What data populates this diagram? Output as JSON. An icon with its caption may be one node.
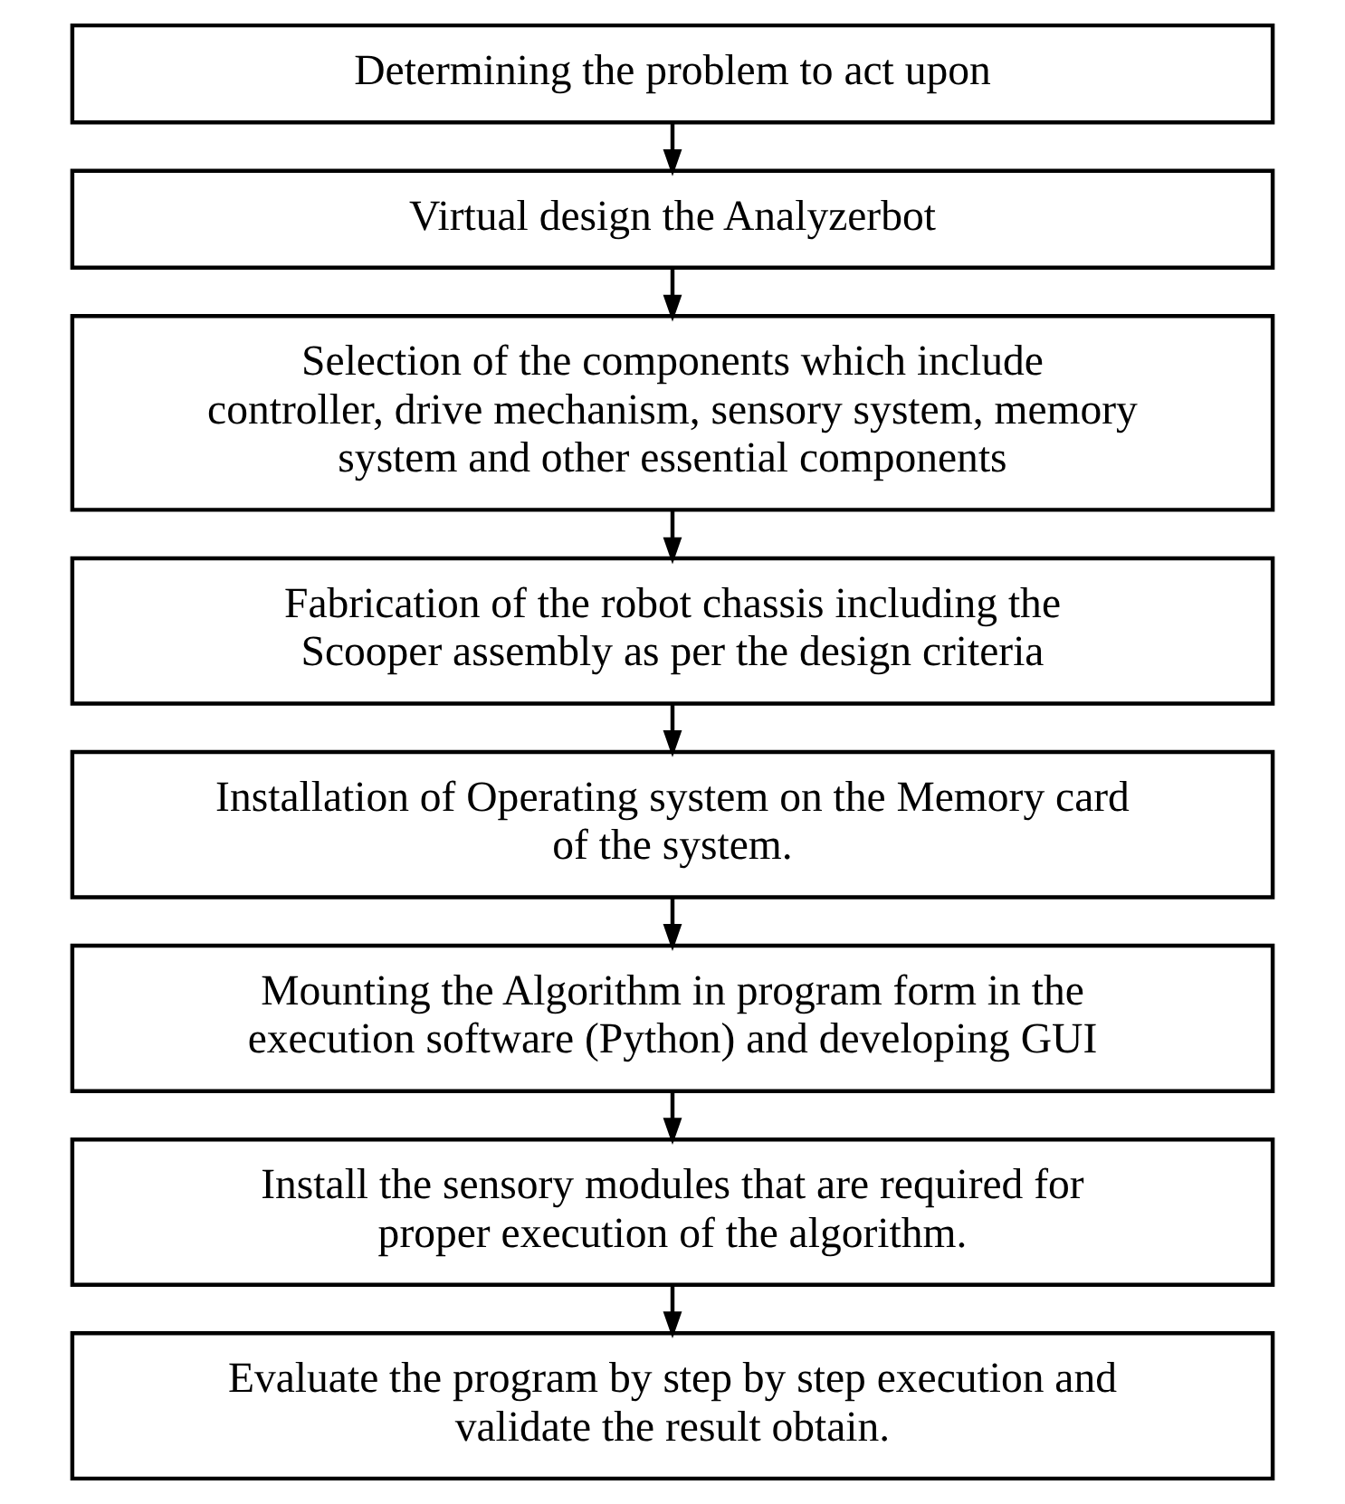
{
  "diagram": {
    "nodes": [
      {
        "text": [
          "Determining the problem to act upon"
        ]
      },
      {
        "text": [
          "Virtual design the Analyzerbot"
        ]
      },
      {
        "text": [
          "Selection of the components which include controller, drive mechanism, sensory system, memory system and other essential components"
        ]
      },
      {
        "text": [
          "Fabrication of the robot chassis including the Scooper assembly as per the design criteria"
        ]
      },
      {
        "text": [
          "Installation of Operating system on the Memory card of the system."
        ]
      },
      {
        "text": [
          "Mounting the Algorithm in program form in the execution software (Python) and developing GUI"
        ]
      },
      {
        "text": [
          "Install the sensory modules that are required for proper execution of the algorithm."
        ]
      },
      {
        "text": [
          "Evaluate the program by step by step execution and validate the result obtain."
        ]
      }
    ],
    "edges": [
      {
        "from": 0,
        "to": 1,
        "arrow": "to"
      },
      {
        "from": 1,
        "to": 2,
        "arrow": "to"
      },
      {
        "from": 2,
        "to": 3,
        "arrow": "to"
      },
      {
        "from": 3,
        "to": 4,
        "arrow": "to"
      },
      {
        "from": 4,
        "to": 5,
        "arrow": "to"
      },
      {
        "from": 5,
        "to": 6,
        "arrow": "to"
      },
      {
        "from": 6,
        "to": 7,
        "arrow": "to"
      }
    ]
  }
}
